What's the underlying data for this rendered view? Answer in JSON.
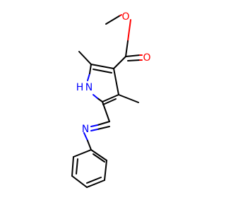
{
  "molecule": {
    "atoms": {
      "o_ether": "O",
      "o_carbonyl": "O",
      "n_ring": "N",
      "h_ring": "H",
      "n_imine": "N"
    }
  },
  "colors": {
    "carbon": "#000000",
    "oxygen": "#ff0000",
    "nitrogen": "#0000ff"
  }
}
